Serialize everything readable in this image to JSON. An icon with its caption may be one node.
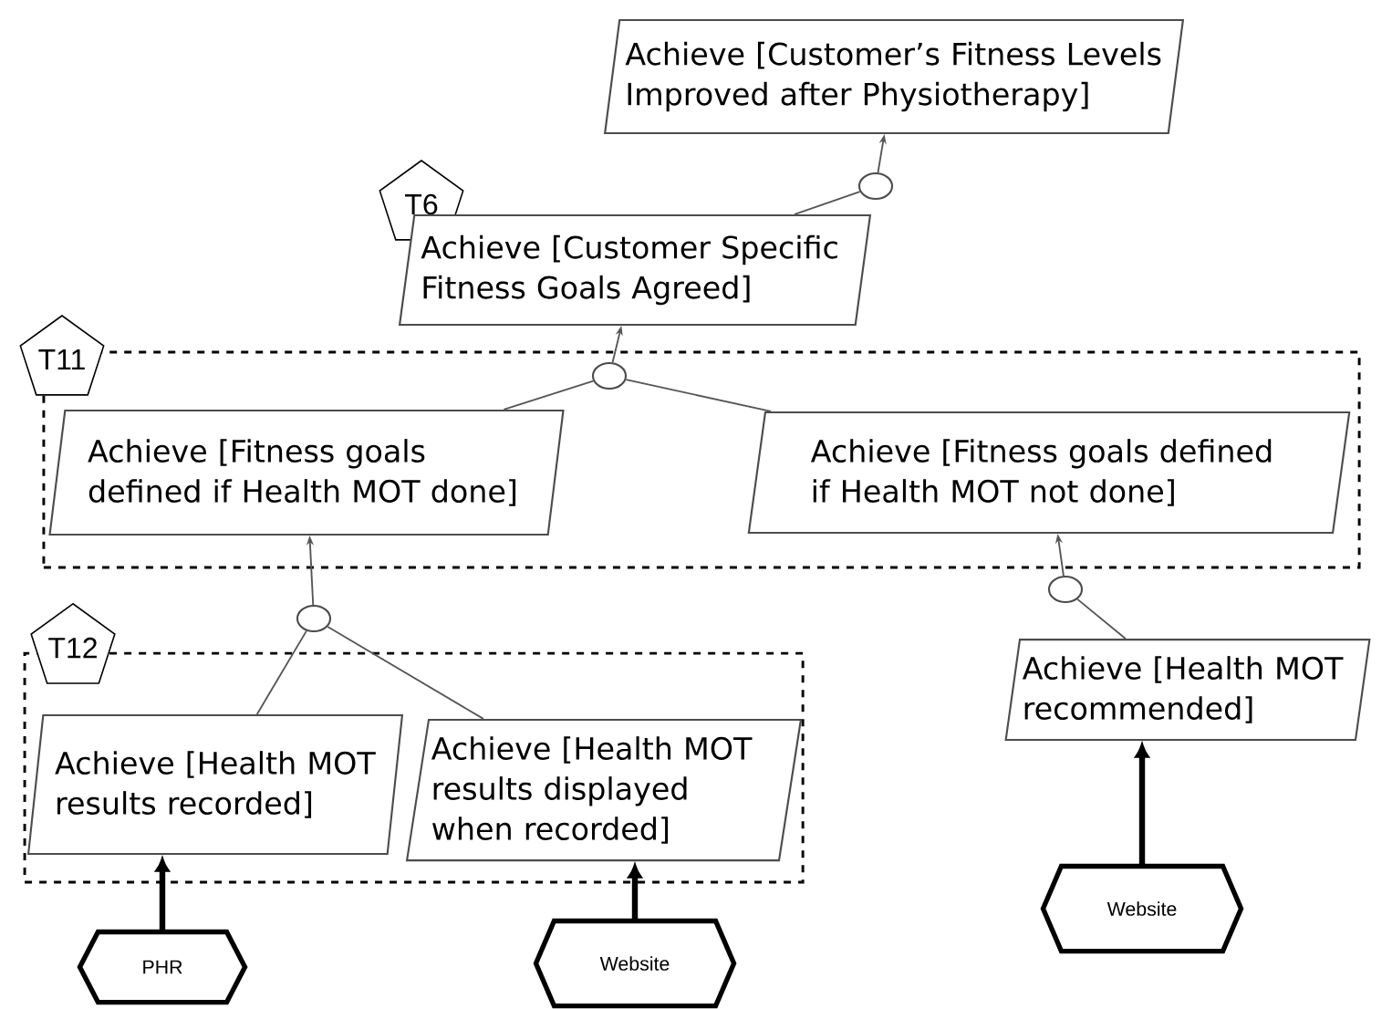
{
  "diagram": {
    "nodes": [
      {
        "text": [
          "Achieve [Customer’s Fitness Levels Improved after Physiotherapy]"
        ]
      },
      {
        "text": [],
        "shape": "circle"
      },
      {
        "text": [
          "T6"
        ]
      },
      {
        "text": [
          "Achieve [Customer Specific Fitness Goals Agreed]"
        ]
      },
      {
        "text": [],
        "shape": "box"
      },
      {
        "text": [
          "T11"
        ]
      },
      {
        "text": [],
        "shape": "circle",
        "in": 4
      },
      {
        "text": [
          "Achieve [Fitness goals defined if Health MOT done]"
        ],
        "in": 4
      },
      {
        "text": [
          "Achieve [Fitness goals defined if Health MOT not done]"
        ],
        "in": 4
      },
      {
        "text": [],
        "shape": "circle"
      },
      {
        "text": [],
        "shape": "circle"
      },
      {
        "text": [],
        "shape": "box"
      },
      {
        "text": [
          "T12"
        ]
      },
      {
        "text": [
          "Achieve [Health MOT results recorded]"
        ],
        "in": 11
      },
      {
        "text": [
          "Achieve [Health MOT results displayed when recorded]"
        ],
        "in": 11
      },
      {
        "text": [
          "Achieve [Health MOT recommended]"
        ]
      },
      {
        "text": [
          "PHR"
        ]
      },
      {
        "text": [
          "Website"
        ]
      },
      {
        "text": [
          "Website"
        ]
      }
    ],
    "edges": [
      {
        "from": 3,
        "to": 1,
        "arrow": "none"
      },
      {
        "from": 1,
        "to": 0,
        "arrow": "to"
      },
      {
        "from": 7,
        "to": 6,
        "arrow": "none"
      },
      {
        "from": 8,
        "to": 6,
        "arrow": "none"
      },
      {
        "from": 6,
        "to": 3,
        "arrow": "to"
      },
      {
        "from": 13,
        "to": 9,
        "arrow": "none"
      },
      {
        "from": 14,
        "to": 9,
        "arrow": "none"
      },
      {
        "from": 9,
        "to": 7,
        "arrow": "to"
      },
      {
        "from": 15,
        "to": 10,
        "arrow": "none"
      },
      {
        "from": 10,
        "to": 8,
        "arrow": "to"
      },
      {
        "from": 16,
        "to": 13,
        "arrow": "to",
        "style": "thick",
        "color": "#000000"
      },
      {
        "from": 17,
        "to": 14,
        "arrow": "to",
        "style": "thick",
        "color": "#000000"
      },
      {
        "from": 18,
        "to": 15,
        "arrow": "to",
        "style": "thick",
        "color": "#000000"
      }
    ]
  }
}
